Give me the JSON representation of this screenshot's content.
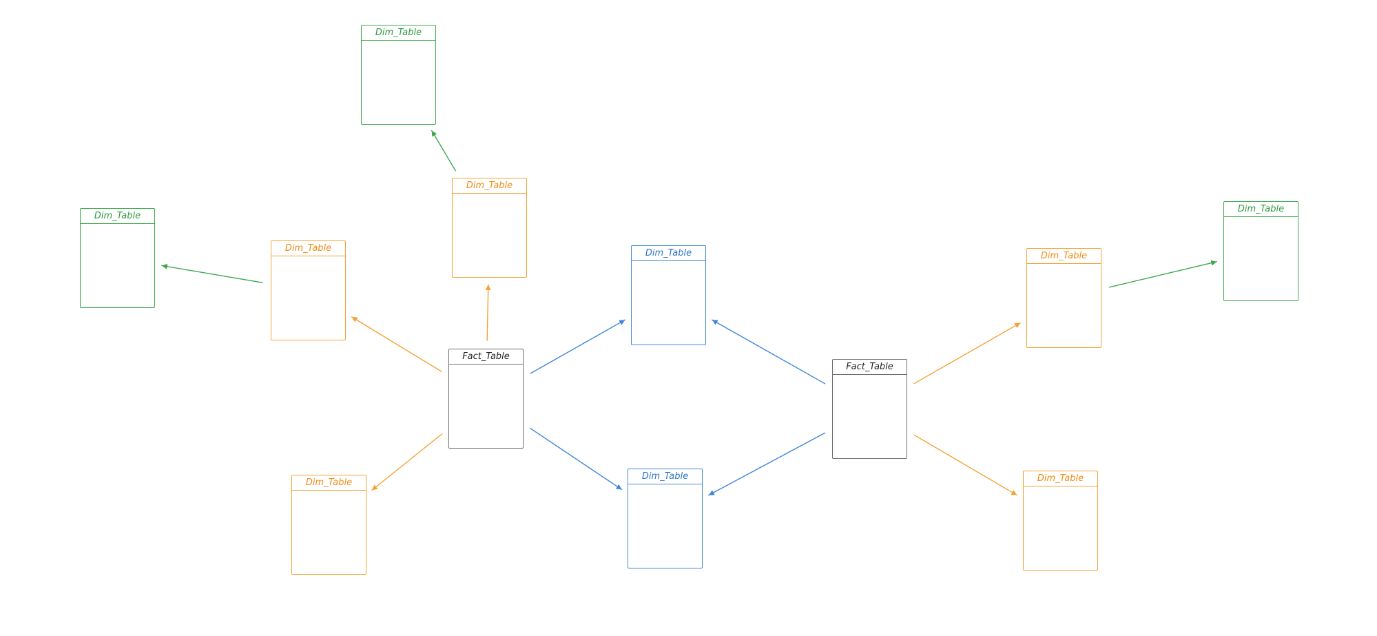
{
  "colors": {
    "green": "#3aa84a",
    "orange": "#f5a133",
    "blue": "#3f86d6",
    "gray": "#6d6d6d"
  },
  "tables": [
    {
      "id": "t1",
      "label": "Dim_Table",
      "color": "green"
    },
    {
      "id": "t2",
      "label": "Dim_Table",
      "color": "orange"
    },
    {
      "id": "t3",
      "label": "Dim_Table",
      "color": "green"
    },
    {
      "id": "t4",
      "label": "Dim_Table",
      "color": "orange"
    },
    {
      "id": "t5",
      "label": "Dim_Table",
      "color": "blue"
    },
    {
      "id": "t6",
      "label": "Fact_Table",
      "color": "gray"
    },
    {
      "id": "t7",
      "label": "Fact_Table",
      "color": "gray"
    },
    {
      "id": "t8",
      "label": "Dim_Table",
      "color": "orange"
    },
    {
      "id": "t9",
      "label": "Dim_Table",
      "color": "green"
    },
    {
      "id": "t10",
      "label": "Dim_Table",
      "color": "orange"
    },
    {
      "id": "t11",
      "label": "Dim_Table",
      "color": "blue"
    },
    {
      "id": "t12",
      "label": "Dim_Table",
      "color": "orange"
    }
  ],
  "arrows": [
    {
      "from": "t2",
      "to": "t1",
      "color": "green"
    },
    {
      "from": "t4",
      "to": "t3",
      "color": "green"
    },
    {
      "from": "t6",
      "to": "t4",
      "color": "orange"
    },
    {
      "from": "t6",
      "to": "t2",
      "color": "orange"
    },
    {
      "from": "t6",
      "to": "t10",
      "color": "orange"
    },
    {
      "from": "t6",
      "to": "t5",
      "color": "blue"
    },
    {
      "from": "t6",
      "to": "t11",
      "color": "blue"
    },
    {
      "from": "t7",
      "to": "t5",
      "color": "blue"
    },
    {
      "from": "t7",
      "to": "t11",
      "color": "blue"
    },
    {
      "from": "t7",
      "to": "t8",
      "color": "orange"
    },
    {
      "from": "t7",
      "to": "t12",
      "color": "orange"
    },
    {
      "from": "t8",
      "to": "t9",
      "color": "green"
    }
  ]
}
